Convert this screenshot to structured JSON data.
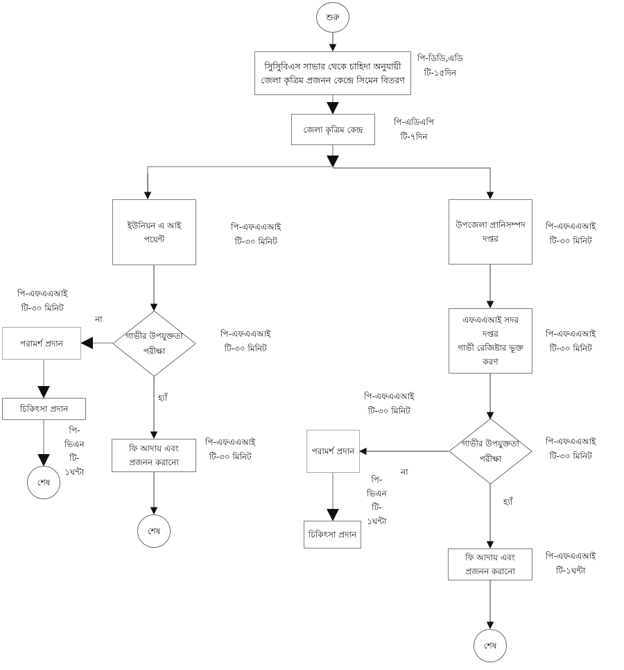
{
  "diagram": {
    "language": "bn",
    "nodes": {
      "start": {
        "label": "শুরু"
      },
      "supply": {
        "lines": [
          "সিুসিুবিএস সাভার থেকে চাহিদা অনুযায়ী",
          "জেলা কৃত্রিম প্রজনন কেন্দ্রে সিমেন বিতরণ"
        ]
      },
      "district": {
        "label": "জেলা কৃত্রিম কেন্দ্র"
      },
      "union_ai": {
        "lines": [
          "ইউনিয়ন এ আই",
          "পয়েন্ট"
        ]
      },
      "upazila": {
        "lines": [
          "উপজেলা প্রানিসম্পদ",
          "দপ্তর"
        ]
      },
      "left_check": {
        "lines": [
          "গাভীর উপযুক্ততা",
          "পরীক্ষা"
        ]
      },
      "left_counsel": {
        "label": "পরামর্শ প্রদান"
      },
      "left_treat": {
        "label": "চিকিৎসা প্রদান"
      },
      "left_end": {
        "label": "শেষ"
      },
      "left_fee": {
        "lines": [
          "ফি আদায় এবং",
          "প্রজনন করানো"
        ]
      },
      "left_fee_end": {
        "label": "শেষ"
      },
      "faai_office": {
        "lines": [
          "এফএএআই সদর",
          "দপ্তর",
          "গাভী রেজিষ্টার ভূক্ত",
          "করণ"
        ]
      },
      "right_check": {
        "lines": [
          "গাভীর উপযুক্ততা",
          "পরীক্ষা"
        ]
      },
      "right_counsel": {
        "label": "পরামর্শ প্রদান"
      },
      "right_treat": {
        "label": "চিকিৎসা প্রদান"
      },
      "right_fee": {
        "lines": [
          "ফি আদায় এবং",
          "প্রজনন করানো"
        ]
      },
      "right_end": {
        "label": "শেষ"
      }
    },
    "annotations": {
      "supply": [
        "পি-ডিডি,এডি",
        "টি-১৫দিন"
      ],
      "district": [
        "পি-এডিএপি",
        "টি-৭দিন"
      ],
      "union_ai": [
        "পি-এফএএআই",
        "টি-৩০ মিনিট"
      ],
      "upazila": [
        "পি-এফএএআই",
        "টি-৩০ মিনিট"
      ],
      "left_counsel": [
        "পি-এফএএআই",
        "টি-৩০ মিনিট"
      ],
      "left_check": [
        "পি-এফএএআই",
        "টি-৩০ মিনিট"
      ],
      "left_treat": [
        "পি-",
        "ভিএন",
        "টি-",
        "১ঘন্টা"
      ],
      "left_fee": [
        "পি-এফএএআই",
        "টি-৩০ মিনিট"
      ],
      "faai_office": [
        "পি-এফএএআই",
        "টি-৩০ মিনিট"
      ],
      "right_counsel": [
        "পি-এফএএআই",
        "টি-৩০ মিনিট"
      ],
      "right_check": [
        "পি-এফএএআই",
        "টি-৩০ মিনিট"
      ],
      "right_treat": [
        "পি-",
        "ভিএন",
        "টি-",
        "১ঘন্টা"
      ],
      "right_fee": [
        "পি-এফএএআই",
        "টি-১ঘন্টা"
      ]
    },
    "edge_labels": {
      "left_no": "না",
      "left_yes": "হ্যাঁ",
      "right_no": "না",
      "right_yes": "হ্যাঁ"
    },
    "colors": {
      "line": "#555555",
      "line_light": "#b5b5b5",
      "border": "#7a7a7a",
      "text": "#111111"
    }
  }
}
